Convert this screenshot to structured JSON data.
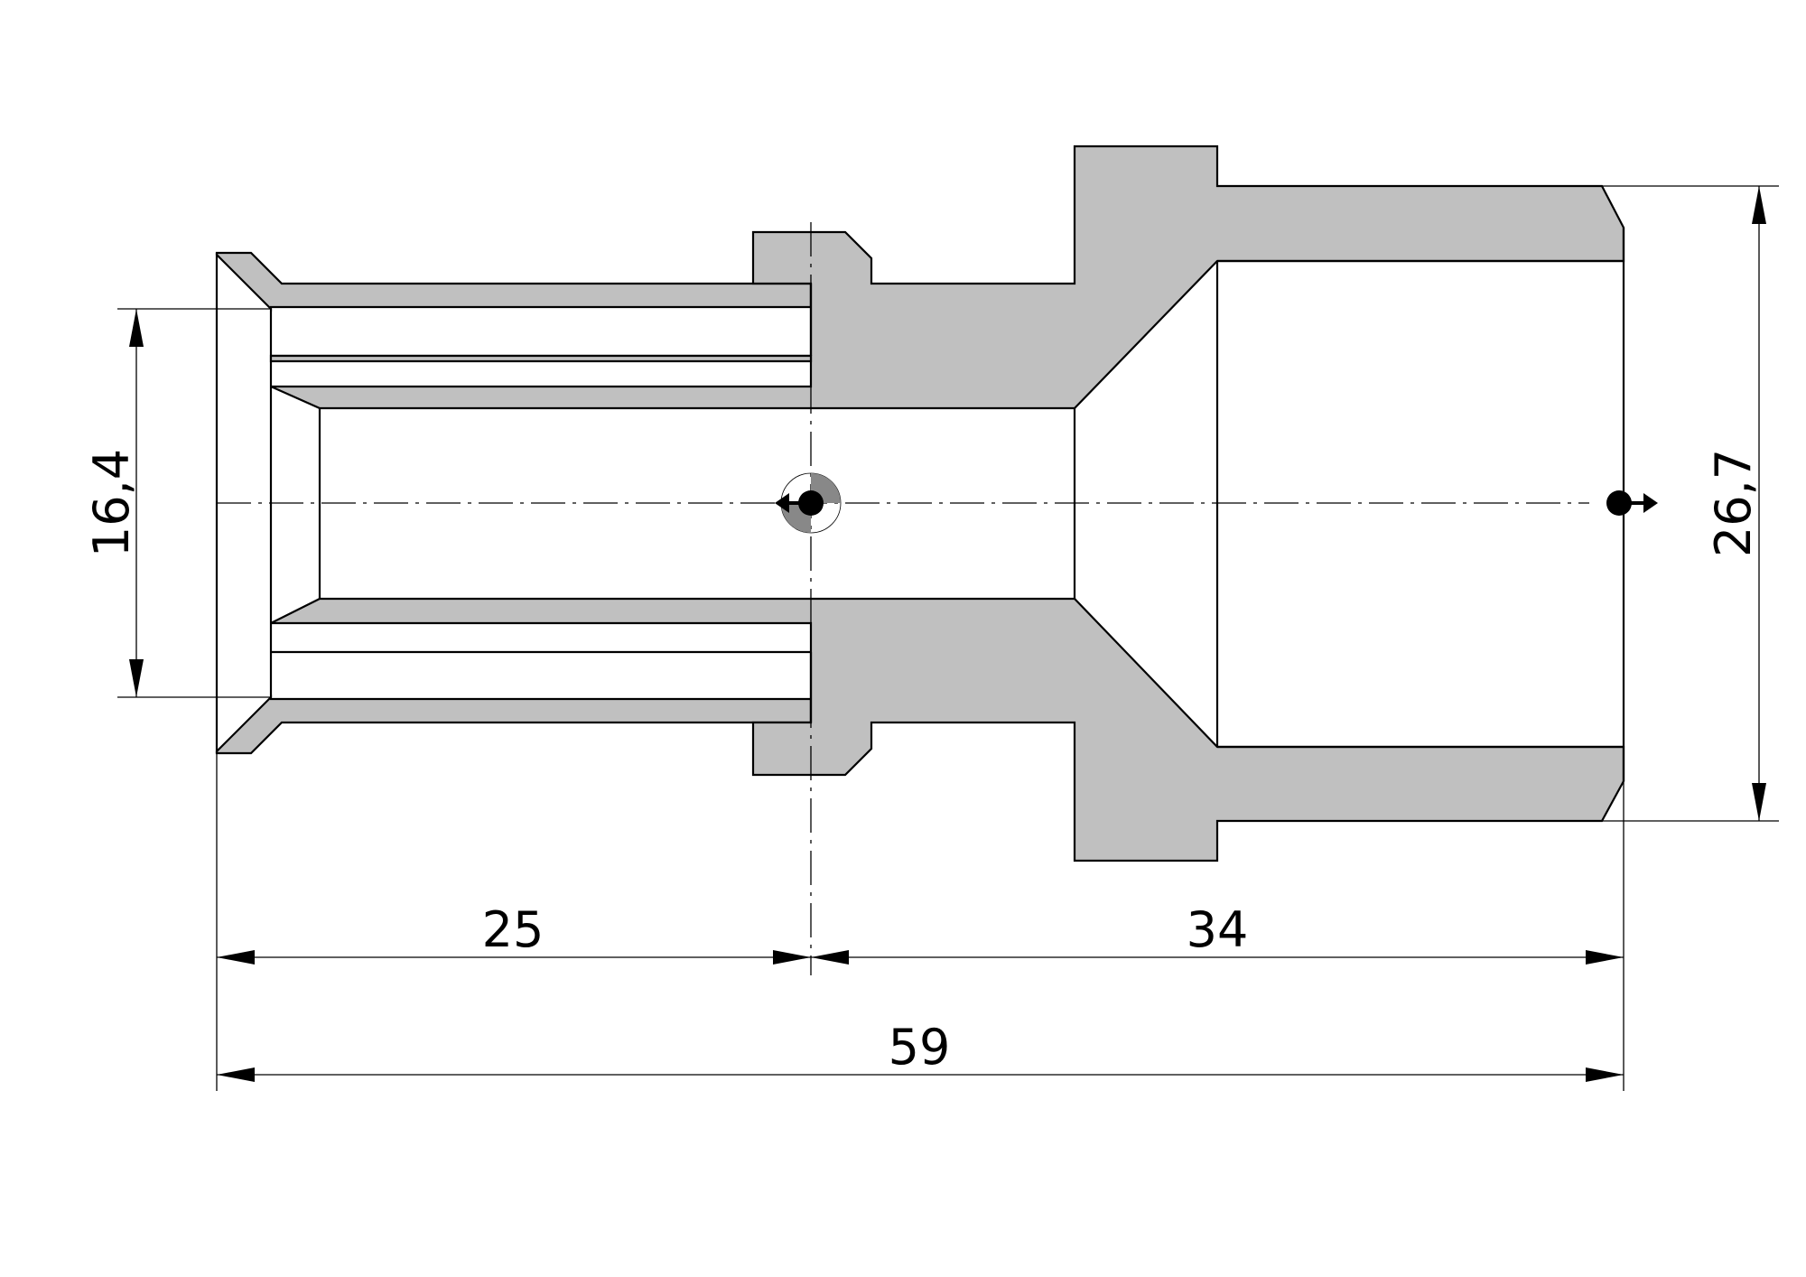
{
  "drawing": {
    "colors": {
      "section_fill": "#c0c0c0",
      "line": "#000000",
      "background": "#ffffff"
    },
    "dimensions": {
      "inner_diameter": "16,4",
      "outer_diameter": "26,7",
      "insert_length": "25",
      "body_length": "34",
      "total_length": "59"
    }
  }
}
